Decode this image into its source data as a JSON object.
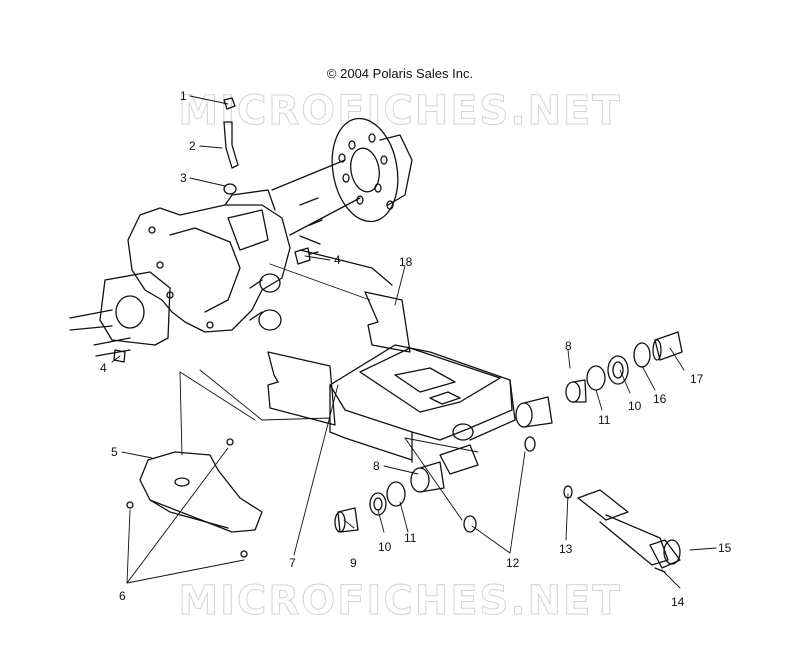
{
  "copyright": "© 2004 Polaris Sales Inc.",
  "watermark_top": "MICROFICHES.NET",
  "watermark_bottom": "MICROFICHES.NET",
  "callouts": [
    {
      "id": "c1",
      "label": "1"
    },
    {
      "id": "c2",
      "label": "2"
    },
    {
      "id": "c3",
      "label": "3"
    },
    {
      "id": "c4a",
      "label": "4"
    },
    {
      "id": "c4b",
      "label": "4"
    },
    {
      "id": "c5",
      "label": "5"
    },
    {
      "id": "c6",
      "label": "6"
    },
    {
      "id": "c7",
      "label": "7"
    },
    {
      "id": "c8a",
      "label": "8"
    },
    {
      "id": "c8b",
      "label": "8"
    },
    {
      "id": "c9",
      "label": "9"
    },
    {
      "id": "c10a",
      "label": "10"
    },
    {
      "id": "c10b",
      "label": "10"
    },
    {
      "id": "c11a",
      "label": "11"
    },
    {
      "id": "c11b",
      "label": "11"
    },
    {
      "id": "c12",
      "label": "12"
    },
    {
      "id": "c13",
      "label": "13"
    },
    {
      "id": "c14",
      "label": "14"
    },
    {
      "id": "c15",
      "label": "15"
    },
    {
      "id": "c16",
      "label": "16"
    },
    {
      "id": "c17",
      "label": "17"
    },
    {
      "id": "c18",
      "label": "18"
    }
  ]
}
